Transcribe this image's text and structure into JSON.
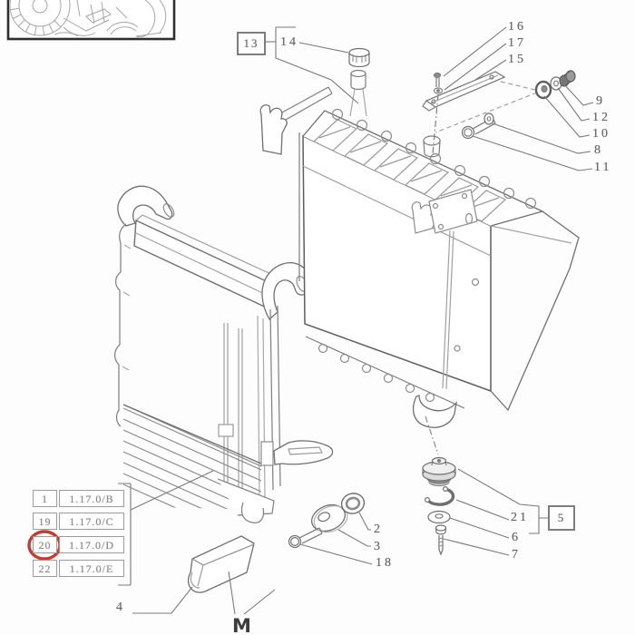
{
  "document": {
    "kind": "exploded-parts-diagram",
    "subject": "radiator assembly"
  },
  "colors": {
    "line": "#8c8c8c",
    "line_dark": "#5e5e5e",
    "label_text": "#676767",
    "box_border": "#7d7d7d",
    "table_border": "#9b9b9b",
    "highlight_red": "#c63b30",
    "thumbnail_border": "#2e2e2e"
  },
  "callouts": {
    "c2": "2",
    "c3": "3",
    "c4": "4",
    "c6": "6",
    "c7": "7",
    "c8": "8",
    "c9": "9",
    "c10": "10",
    "c11": "11",
    "c12": "12",
    "c14": "14",
    "c15": "15",
    "c16": "16",
    "c17": "17",
    "c18": "18",
    "c21": "21"
  },
  "boxed_callouts": {
    "b13": "13",
    "b5": "5"
  },
  "marker": {
    "label": "M"
  },
  "reference_table": {
    "rows": [
      {
        "ref": "1",
        "code": "1.17.0/B",
        "highlighted": false
      },
      {
        "ref": "19",
        "code": "1.17.0/C",
        "highlighted": false
      },
      {
        "ref": "20",
        "code": "1.17.0/D",
        "highlighted": true
      },
      {
        "ref": "22",
        "code": "1.17.0/E",
        "highlighted": false
      }
    ]
  }
}
